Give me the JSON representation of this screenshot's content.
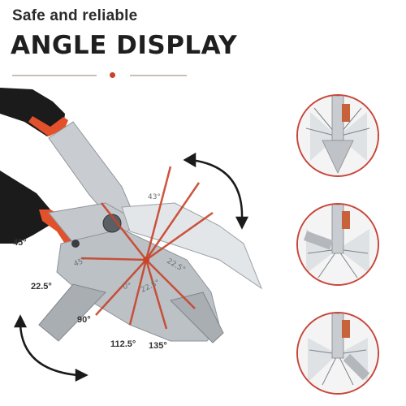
{
  "header": {
    "tagline": "Safe and reliable",
    "headline": "ANGLE DISPLAY"
  },
  "angles": {
    "a45": "45°",
    "a22": "22.5°",
    "a90": "90°",
    "a112": "112.5°",
    "a135": "135°"
  },
  "colors": {
    "accent": "#c8432a",
    "handle": "#e2512c",
    "grip": "#1b1b1b",
    "metal": "#b7bcc1",
    "circle_border": "#c7453a"
  },
  "icons": {
    "rotate_top": "curved-double-arrow-icon",
    "rotate_left": "curved-double-arrow-icon"
  }
}
